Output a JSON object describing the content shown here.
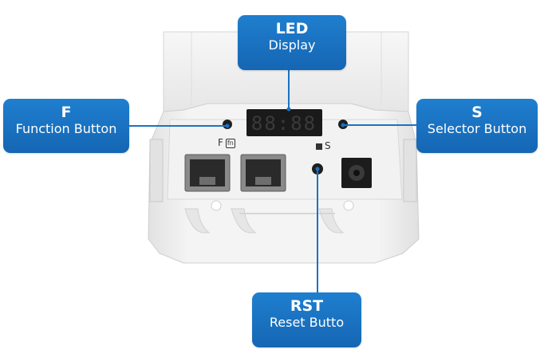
{
  "callouts": {
    "led": {
      "title": "LED",
      "subtitle": "Display"
    },
    "f": {
      "title": "F",
      "subtitle": "Function Button"
    },
    "s": {
      "title": "S",
      "subtitle": "Selector Button"
    },
    "rst": {
      "title": "RST",
      "subtitle": "Reset Butto"
    }
  },
  "device_labels": {
    "f_letter": "F",
    "fn_glyph": "fn",
    "s_letter": "S"
  },
  "led_display": "88:88",
  "colors": {
    "callout_blue": "#1a73c2",
    "leader_line": "#1a73c2",
    "device_body": "#efefef",
    "led_red": "#e23a3a"
  }
}
